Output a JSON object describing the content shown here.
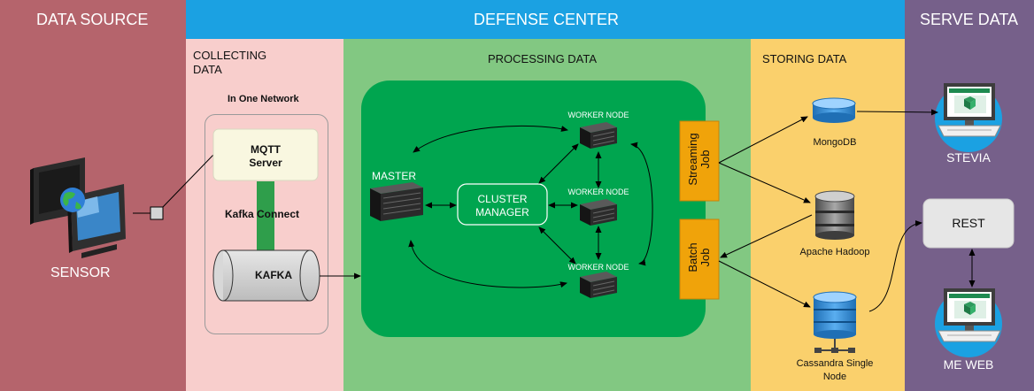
{
  "sections": {
    "data_source": "DATA SOURCE",
    "defense_center": "DEFENSE CENTER",
    "serve_data": "SERVE DATA"
  },
  "collecting": {
    "title_line1": "COLLECTING",
    "title_line2": "DATA",
    "network": "In One Network",
    "mqtt_line1": "MQTT",
    "mqtt_line2": "Server",
    "kafka_connect": "Kafka Connect",
    "kafka": "KAFKA"
  },
  "processing": {
    "title": "PROCESSING DATA",
    "master": "MASTER",
    "cluster_line1": "CLUSTER",
    "cluster_line2": "MANAGER",
    "worker_node": "WORKER NODE"
  },
  "jobs": {
    "streaming_line1": "Streaming",
    "streaming_line2": "Job",
    "batch_line1": "Batch",
    "batch_line2": "Job"
  },
  "storing": {
    "title": "STORING DATA",
    "mongodb": "MongoDB",
    "hadoop": "Apache Hadoop",
    "cassandra_line1": "Cassandra Single",
    "cassandra_line2": "Node"
  },
  "serve": {
    "stevia": "STEVIA",
    "rest": "REST",
    "me_web": "ME WEB"
  },
  "source": {
    "sensor": "SENSOR"
  },
  "colors": {
    "data_source_bg": "#b5646c",
    "defense_header_bg": "#1ba1e2",
    "serve_bg": "#76608a",
    "collecting_bg": "#f8cecc",
    "processing_bg": "#82c882",
    "cluster_bg": "#00a54f",
    "storing_bg": "#fad06c",
    "job_bg": "#f0a30a"
  }
}
